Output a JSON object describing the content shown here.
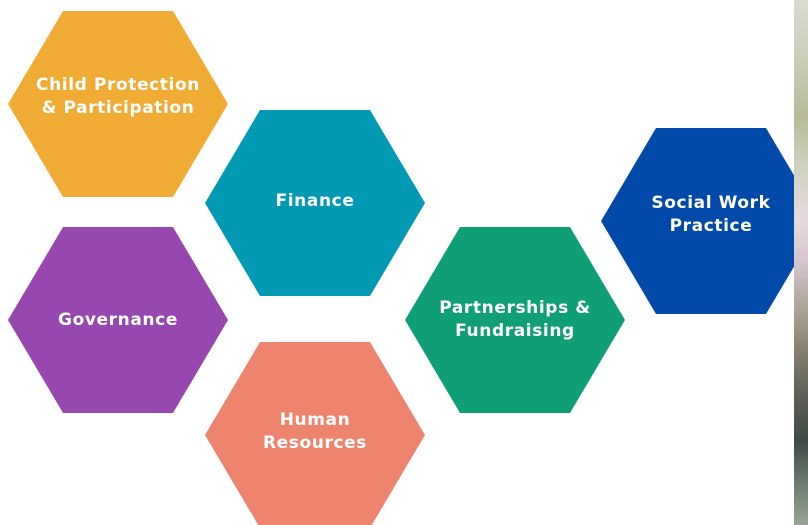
{
  "diagram": {
    "hexagons": [
      {
        "id": "child",
        "lines": [
          "Child Protection",
          "& Participation"
        ],
        "color": "#f0ab34"
      },
      {
        "id": "finance",
        "lines": [
          "Finance"
        ],
        "color": "#0199b4"
      },
      {
        "id": "governance",
        "lines": [
          "Governance"
        ],
        "color": "#9747b0"
      },
      {
        "id": "human_resources",
        "lines": [
          "Human",
          "Resources"
        ],
        "color": "#ee836e"
      },
      {
        "id": "partnerships",
        "lines": [
          "Partnerships &",
          "Fundraising"
        ],
        "color": "#0f9e76"
      },
      {
        "id": "social_work",
        "lines": [
          "Social Work",
          "Practice"
        ],
        "color": "#014aa9"
      }
    ]
  }
}
